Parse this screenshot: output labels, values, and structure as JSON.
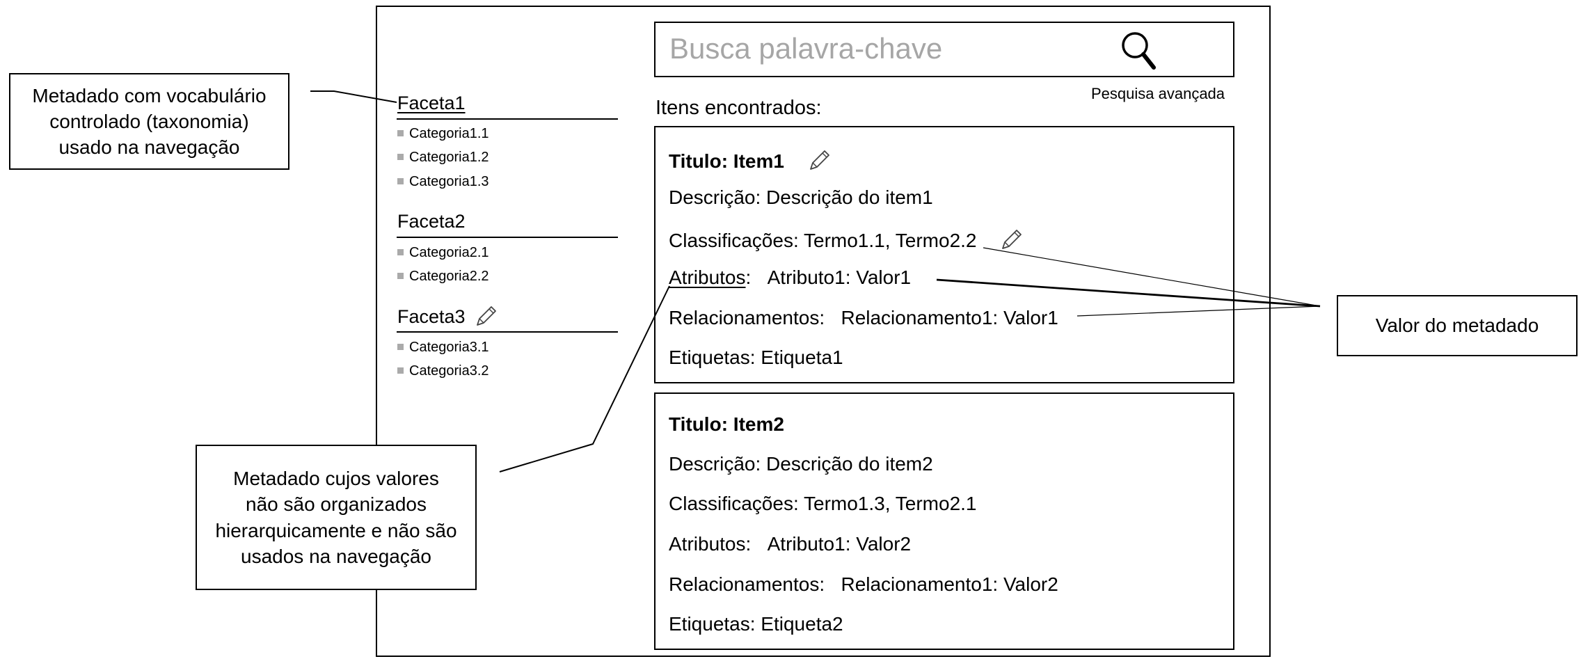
{
  "search": {
    "placeholder": "Busca palavra-chave",
    "advanced_link": "Pesquisa avançada"
  },
  "results_label": "Itens encontrados:",
  "facets": [
    {
      "title": "Faceta1",
      "categories": [
        "Categoria1.1",
        "Categoria1.2",
        "Categoria1.3"
      ]
    },
    {
      "title": "Faceta2",
      "categories": [
        "Categoria2.1",
        "Categoria2.2"
      ]
    },
    {
      "title": "Faceta3",
      "categories": [
        "Categoria3.1",
        "Categoria3.2"
      ]
    }
  ],
  "items": [
    {
      "titulo": "Titulo: Item1",
      "descricao": "Descrição: Descrição do item1",
      "classificacoes_label": "Classificações:",
      "classificacoes_value": "Termo1.1,  Termo2.2",
      "atributos_label": "Atributos",
      "atributos_value": "Atributo1: Valor1",
      "relacionamentos_label": "Relacionamentos:",
      "relacionamentos_value": "Relacionamento1: Valor1",
      "etiquetas": "Etiquetas: Etiqueta1"
    },
    {
      "titulo": "Titulo: Item2",
      "descricao": "Descrição: Descrição do item2",
      "classificacoes_label": "Classificações:",
      "classificacoes_value": "Termo1.3,  Termo2.1",
      "atributos_label": "Atributos:",
      "atributos_value": "Atributo1: Valor2",
      "relacionamentos_label": "Relacionamentos:",
      "relacionamentos_value": "Relacionamento1: Valor2",
      "etiquetas": "Etiquetas: Etiqueta2"
    }
  ],
  "callouts": {
    "vocabulario": [
      "Metadado com vocabulário",
      "controlado (taxonomia)",
      "usado na navegação"
    ],
    "nao_hierarquico": [
      "Metadado cujos valores",
      "não são organizados",
      "hierarquicamente e não são",
      "usados na navegação"
    ],
    "valor": "Valor do metadado"
  }
}
